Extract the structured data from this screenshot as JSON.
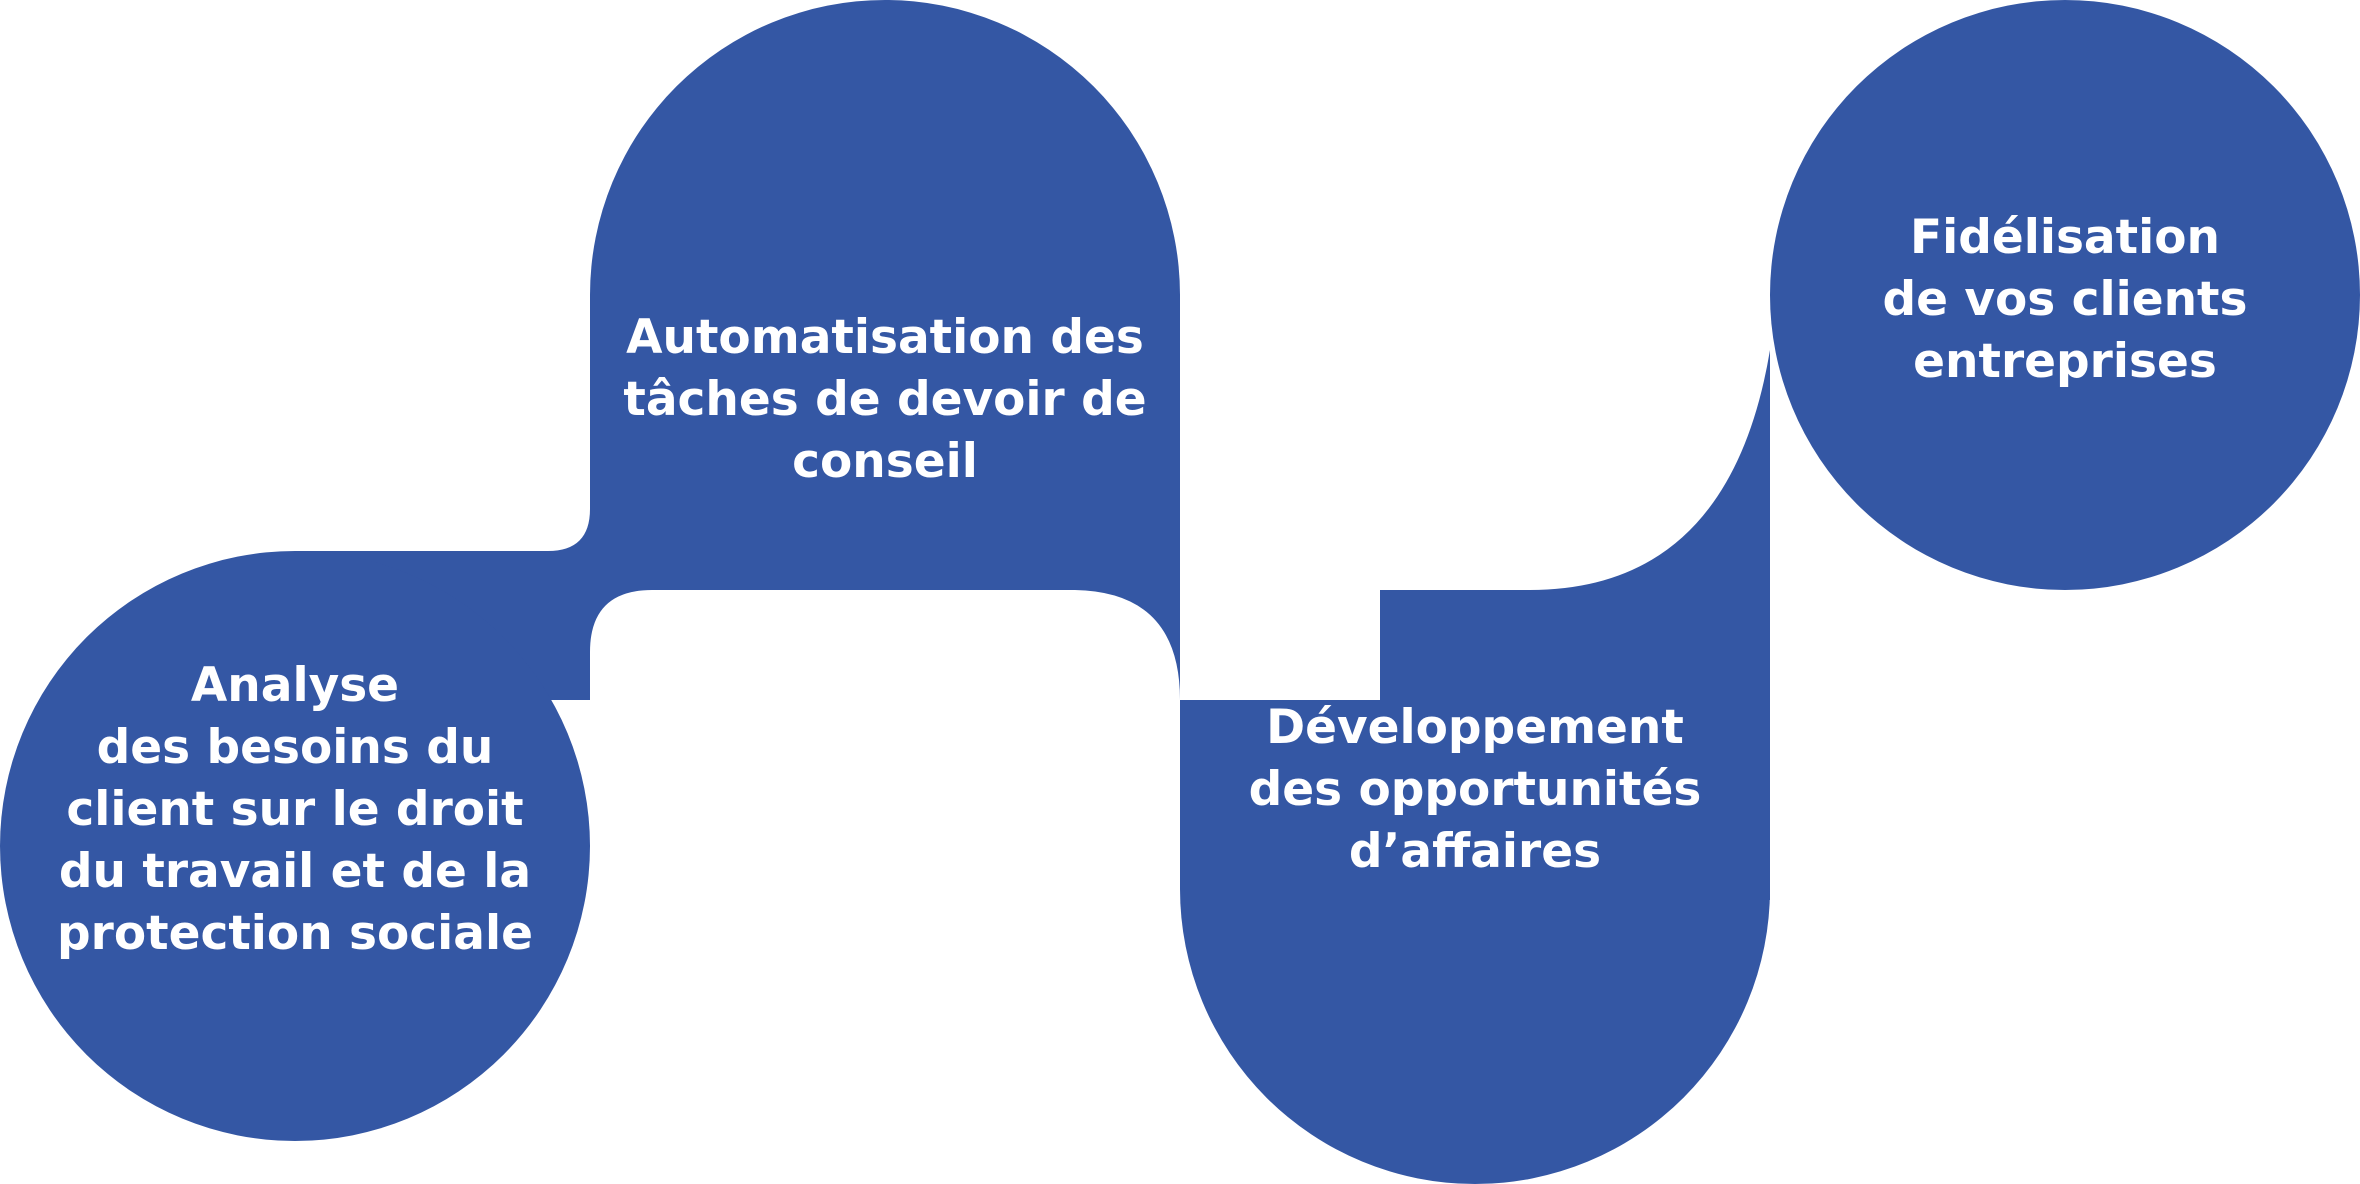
{
  "diagram": {
    "fill_color": "#3457a4",
    "text_color": "#ffffff",
    "steps": [
      {
        "label": "Analyse\ndes besoins du\nclient sur le droit\ndu travail et de la\nprotection sociale"
      },
      {
        "label": "Automatisation des\ntâches de devoir de\nconseil"
      },
      {
        "label": "Développement\ndes opportunités\nd’affaires"
      },
      {
        "label": "Fidélisation\nde vos clients\nentreprises"
      }
    ]
  }
}
